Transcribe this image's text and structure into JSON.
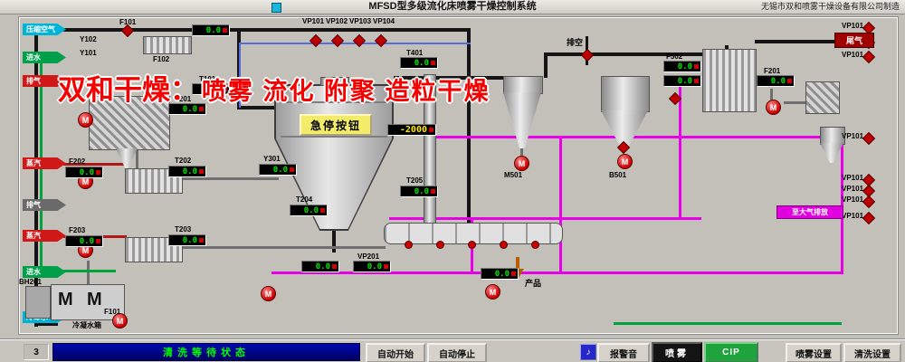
{
  "header": {
    "title": "MFSD型多级流化床喷雾干燥控制系统",
    "company": "无锡市双和喷雾干燥设备有限公司制造"
  },
  "watermark": {
    "brand": "双和干燥：",
    "slogan": "喷雾 流化 附聚 造粒干燥"
  },
  "diagram": {
    "estop": "急停按钮",
    "pump_label": "M",
    "vp_right": "VP101",
    "feeds": [
      {
        "label": "压缩空气"
      },
      {
        "label": "进水"
      },
      {
        "label": "排气"
      },
      {
        "label": "蒸汽"
      },
      {
        "label": "排气"
      },
      {
        "label": "蒸汽"
      },
      {
        "label": "进水"
      },
      {
        "label": "冷却水"
      }
    ],
    "tags": [
      "F101",
      "Y102",
      "Y101",
      "F102",
      "T101",
      "VP101",
      "VP102",
      "VP103",
      "VP104",
      "T401",
      "F502",
      "F201",
      "T201",
      "T202",
      "T203",
      "F202",
      "F203",
      "Y301",
      "T204",
      "T205",
      "M501",
      "B501",
      "VP201",
      "BH201",
      "F101"
    ],
    "displays": [
      {
        "v": "0.0"
      },
      {
        "v": "0.0"
      },
      {
        "v": "0.0"
      },
      {
        "v": "0.0"
      },
      {
        "v": "0.0"
      },
      {
        "v": "0.0"
      },
      {
        "v": "0.0"
      },
      {
        "v": "0.0"
      },
      {
        "v": "0.0"
      },
      {
        "v": "0.0"
      },
      {
        "v": "-2000"
      },
      {
        "v": "0.0"
      },
      {
        "v": "0.0"
      },
      {
        "v": "0.0"
      },
      {
        "v": "0.0"
      },
      {
        "v": "0.0"
      },
      {
        "v": "0.0"
      },
      {
        "v": "0.0"
      }
    ],
    "outputs": {
      "vent": "排空",
      "tailgas": "尾气",
      "product": "产品",
      "atm": "至大气排放",
      "condensate": "冷凝水箱"
    }
  },
  "statusbar": {
    "counter": "3",
    "text": "清洗等待状态"
  },
  "buttons": {
    "auto_start": "自动开始",
    "auto_stop": "自动停止",
    "alarm_icon": "♪",
    "alarm": "报警音",
    "spray": "喷雾",
    "cip": "CIP",
    "spray_set": "喷雾设置",
    "clean_set": "清洗设置"
  }
}
